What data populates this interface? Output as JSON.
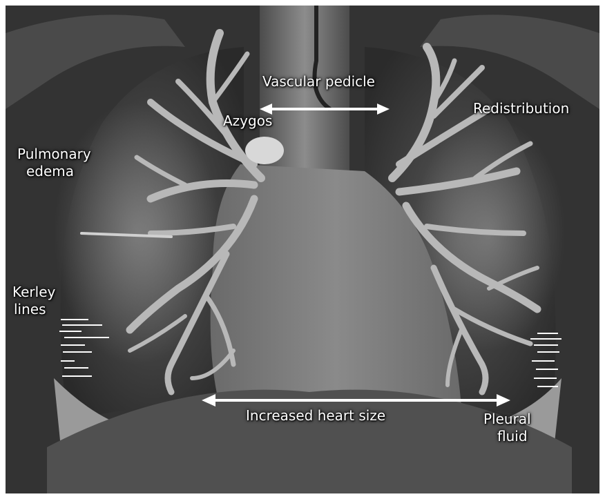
{
  "figure": {
    "labels": {
      "vascular_pedicle": "Vascular pedicle",
      "redistribution": "Redistribution",
      "azygos": "Azygos",
      "pulmonary_edema_line1": "Pulmonary",
      "pulmonary_edema_line2": "edema",
      "kerley_lines_line1": "Kerley",
      "kerley_lines_line2": "lines",
      "increased_heart_size": "Increased heart size",
      "pleural_fluid_line1": "Pleural",
      "pleural_fluid_line2": "fluid"
    },
    "colors": {
      "background": "#3a3a3a",
      "vessel": "#b8b8b8",
      "label_text": "#ffffff",
      "arrow": "#ffffff"
    }
  }
}
